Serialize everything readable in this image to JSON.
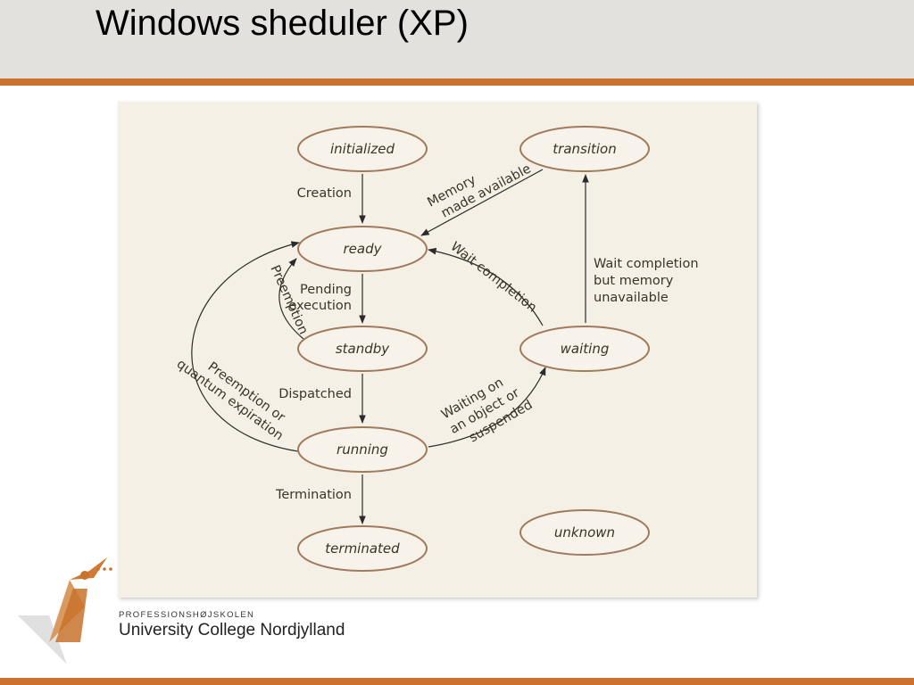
{
  "slide": {
    "title": "Windows sheduler (XP)"
  },
  "colors": {
    "accent": "#c8722c",
    "title_bar": "#e3e1de",
    "figure_bg": "#f5f0e6",
    "node_stroke": "#a07a5c",
    "arrow": "#2b2b2b"
  },
  "states": {
    "initialized": "initialized",
    "transition": "transition",
    "ready": "ready",
    "standby": "standby",
    "waiting": "waiting",
    "running": "running",
    "terminated": "terminated",
    "unknown": "unknown"
  },
  "transitions": {
    "creation": "Creation",
    "memory_available": [
      "Memory",
      "made available"
    ],
    "wait_completion": "Wait completion",
    "wait_completion_no_memory": [
      "Wait completion",
      "but memory",
      "unavailable"
    ],
    "pending_execution": [
      "Pending",
      "execution"
    ],
    "preemption": "Preemption",
    "dispatched": "Dispatched",
    "preemption_quantum": [
      "Preemption or",
      "quantum expiration"
    ],
    "waiting_on_object": [
      "Waiting on",
      "an object or",
      "suspended"
    ],
    "termination": "Termination"
  },
  "logo": {
    "school_small": "PROFESSIONSHØJSKOLEN",
    "school_large": "University College Nordjylland"
  }
}
